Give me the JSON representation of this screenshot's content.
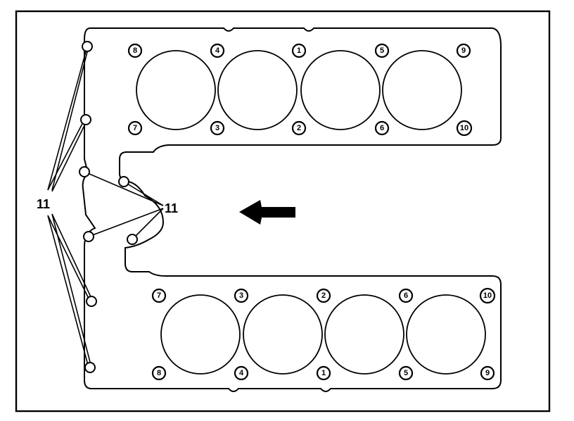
{
  "diagram": {
    "callout_left": "11",
    "callout_right": "11",
    "upper_bank": {
      "top_labels": [
        "8",
        "4",
        "1",
        "5",
        "9"
      ],
      "bottom_labels": [
        "7",
        "3",
        "2",
        "6",
        "10"
      ]
    },
    "lower_bank": {
      "top_labels": [
        "7",
        "3",
        "2",
        "6",
        "10"
      ],
      "bottom_labels": [
        "8",
        "4",
        "1",
        "5",
        "9"
      ]
    }
  }
}
